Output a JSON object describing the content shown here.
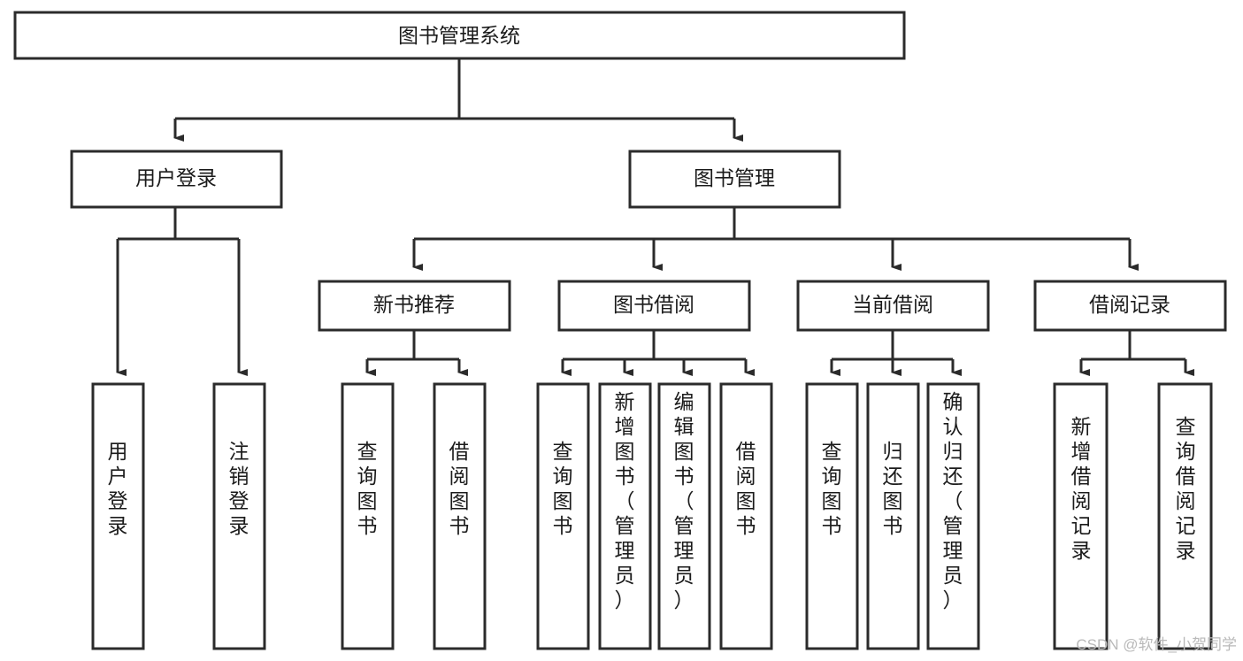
{
  "diagram": {
    "type": "tree-hierarchy",
    "title": "图书管理系统",
    "root": {
      "label": "图书管理系统"
    },
    "level1": [
      {
        "label": "用户登录"
      },
      {
        "label": "图书管理"
      }
    ],
    "level2": [
      {
        "label": "新书推荐"
      },
      {
        "label": "图书借阅"
      },
      {
        "label": "当前借阅"
      },
      {
        "label": "借阅记录"
      }
    ],
    "leaves_user_login": [
      {
        "label": "用户登录"
      },
      {
        "label": "注销登录"
      }
    ],
    "leaves_new_book": [
      {
        "label": "查询图书"
      },
      {
        "label": "借阅图书"
      }
    ],
    "leaves_borrow": [
      {
        "label": "查询图书"
      },
      {
        "label": "新增图书（管理员）"
      },
      {
        "label": "编辑图书（管理员）"
      },
      {
        "label": "借阅图书"
      }
    ],
    "leaves_current": [
      {
        "label": "查询图书"
      },
      {
        "label": "归还图书"
      },
      {
        "label": "确认归还（管理员）"
      }
    ],
    "leaves_records": [
      {
        "label": "新增借阅记录"
      },
      {
        "label": "查询借阅记录"
      }
    ]
  },
  "watermark": {
    "text": "CSDN @软件_小贺同学"
  },
  "colors": {
    "box_fill": "#ffffff",
    "box_stroke": "#2b2b2b",
    "text": "#1b1b1b",
    "watermark": "#b9b9b9",
    "background": "#ffffff"
  }
}
